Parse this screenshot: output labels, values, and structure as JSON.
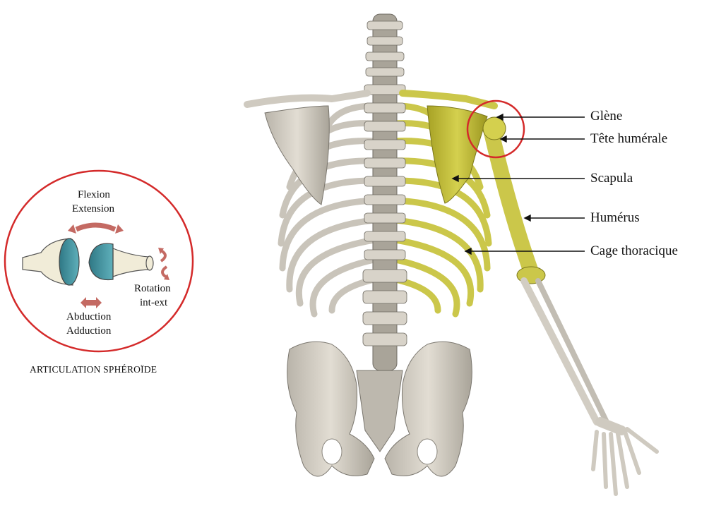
{
  "labels": {
    "glene": "Glène",
    "tete_humerale": "Tête humérale",
    "scapula": "Scapula",
    "humerus": "Humérus",
    "cage_thoracique": "Cage thoracique"
  },
  "inset": {
    "flexion": "Flexion",
    "extension": "Extension",
    "rotation": "Rotation",
    "int_ext": "int-ext",
    "abduction": "Abduction",
    "adduction": "Adduction",
    "caption": "ARTICULATION SPHÉROÏDE"
  },
  "colors": {
    "bone": "#cfcac0",
    "highlight": "#c4c03a",
    "circle": "#d42a2a",
    "arrow": "#c46a63",
    "cup": "#3e8f9c"
  }
}
